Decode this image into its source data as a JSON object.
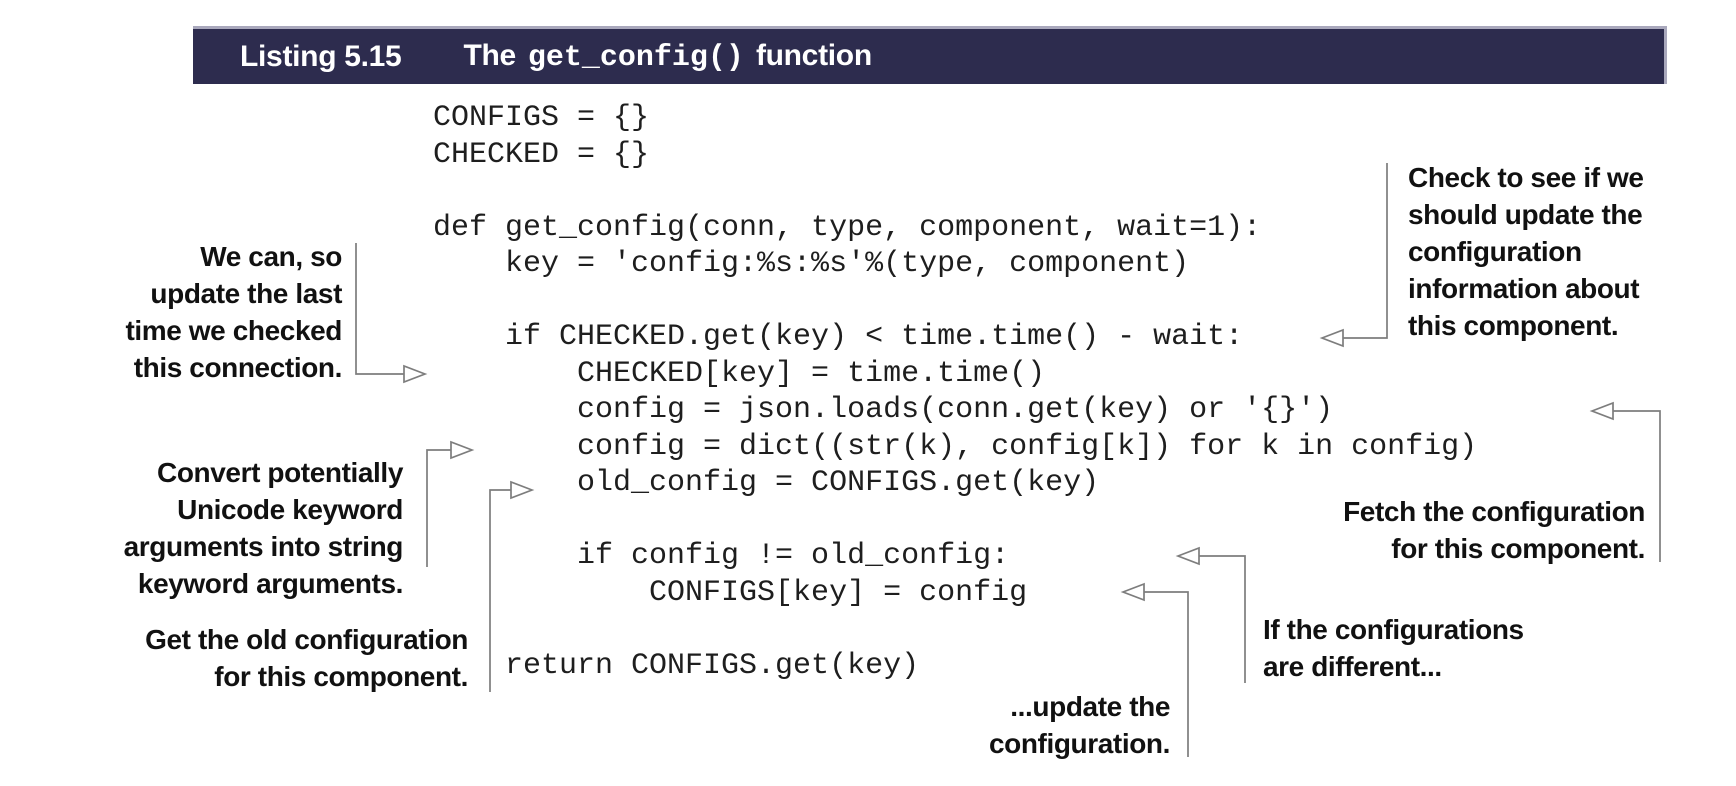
{
  "header": {
    "label": "Listing 5.15",
    "title_pre": "The",
    "title_code": "get_config()",
    "title_post": "function",
    "bar_color": "#2d2c4e",
    "bar_edge_color": "#a9a8bc",
    "text_color": "#ffffff"
  },
  "code": {
    "language": "python",
    "listing": "CONFIGS = {}\nCHECKED = {}\n\ndef get_config(conn, type, component, wait=1):\n    key = 'config:%s:%s'%(type, component)\n\n    if CHECKED.get(key) < time.time() - wait:\n        CHECKED[key] = time.time()\n        config = json.loads(conn.get(key) or '{}')\n        config = dict((str(k), config[k]) for k in config)\n        old_config = CONFIGS.get(key)\n\n        if config != old_config:\n            CONFIGS[key] = config\n\n    return CONFIGS.get(key)"
  },
  "annotations": [
    {
      "name": "we-can",
      "text": "We can, so update the last time we checked this connection."
    },
    {
      "name": "convert",
      "text": "Convert potentially Unicode keyword arguments into string keyword arguments."
    },
    {
      "name": "get-old",
      "text": "Get the old configuration for this component."
    },
    {
      "name": "check-update",
      "text": "Check to see if we should update the configuration information about this component."
    },
    {
      "name": "fetch",
      "text": "Fetch the configuration for this component."
    },
    {
      "name": "if-different",
      "text": "If the configurations are different..."
    },
    {
      "name": "update",
      "text": "...update the configuration."
    }
  ],
  "colors": {
    "arrow_line": "#7d7d7d",
    "annotation_text": "#111111",
    "code_text": "#1e1e1e",
    "background": "#ffffff"
  }
}
